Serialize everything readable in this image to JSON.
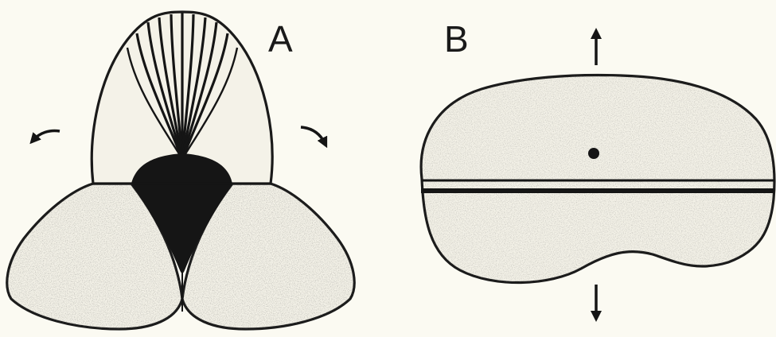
{
  "figure": {
    "panels": [
      {
        "id": "A",
        "label": "A"
      },
      {
        "id": "B",
        "label": "B"
      }
    ],
    "colors": {
      "background": "#fbfaf2",
      "cell_fill": "#f4f2e8",
      "ink": "#151515"
    },
    "icons": {
      "rotation_arrows": [
        "curved-arrow-left-icon",
        "curved-arrow-right-icon"
      ],
      "stretch_arrows": [
        "arrow-up-icon",
        "arrow-down-icon"
      ]
    }
  }
}
